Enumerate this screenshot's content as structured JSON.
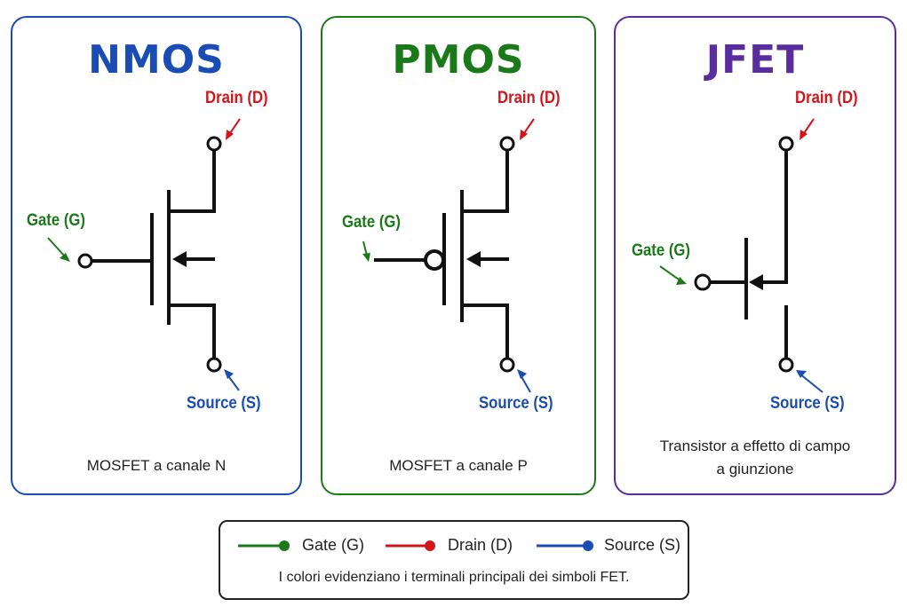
{
  "colors": {
    "gate": "#1a7a1a",
    "drain": "#d0161b",
    "source": "#1a4db3",
    "nmos": "#1a4db3",
    "pmos": "#1a7a1a",
    "jfet": "#5a2d9e",
    "stroke": "#111111"
  },
  "panels": {
    "nmos": {
      "title": "NMOS",
      "drain_label": "Drain (D)",
      "gate_label": "Gate (G)",
      "source_label": "Source (S)",
      "description": "MOSFET a canale N"
    },
    "pmos": {
      "title": "PMOS",
      "drain_label": "Drain (D)",
      "gate_label": "Gate (G)",
      "source_label": "Source (S)",
      "description": "MOSFET a canale P"
    },
    "jfet": {
      "title": "JFET",
      "drain_label": "Drain (D)",
      "gate_label": "Gate (G)",
      "source_label": "Source (S)",
      "description_line1": "Transistor a effetto di campo",
      "description_line2": "a giunzione"
    }
  },
  "legend": {
    "gate": "Gate (G)",
    "drain": "Drain (D)",
    "source": "Source (S)",
    "note": "I colori evidenziano i terminali principali dei simboli FET."
  }
}
